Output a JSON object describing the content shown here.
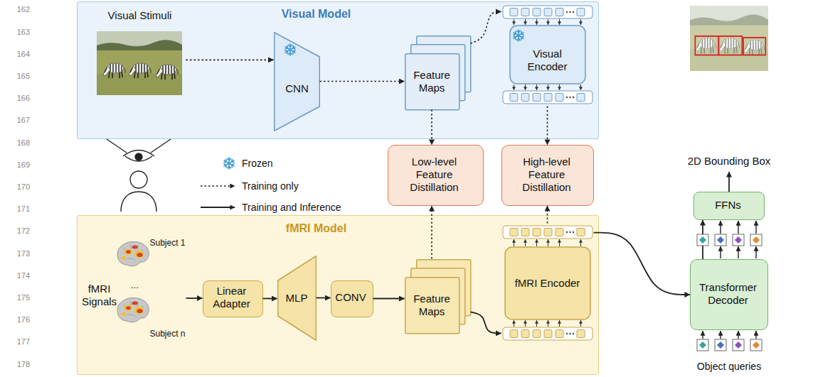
{
  "diagram": {
    "nodes": [
      {
        "text": [
          "Visual Model"
        ]
      },
      {
        "text": [
          "Visual Stimuli"
        ],
        "in": 0
      },
      {
        "text": [
          "CNN"
        ],
        "in": 0
      },
      {
        "text": [
          "Feature Maps"
        ],
        "in": 0
      },
      {
        "text": [
          "Visual Encoder"
        ],
        "in": 0
      },
      {
        "text": [
          "Low-level Feature Distillation"
        ]
      },
      {
        "text": [
          "High-level Feature Distillation"
        ]
      },
      {
        "text": [
          "fMRI Model"
        ]
      },
      {
        "text": [
          "fMRI Signals",
          "Subject 1",
          "...",
          "Subject n"
        ],
        "in": 7
      },
      {
        "text": [
          "Linear Adapter"
        ],
        "in": 7
      },
      {
        "text": [
          "MLP"
        ],
        "in": 7
      },
      {
        "text": [
          "CONV"
        ],
        "in": 7
      },
      {
        "text": [
          "Feature Maps"
        ],
        "in": 7
      },
      {
        "text": [
          "fMRI Encoder"
        ],
        "in": 7
      },
      {
        "text": [
          "Transformer Decoder"
        ]
      },
      {
        "text": [
          "FFNs"
        ]
      },
      {
        "text": [
          "2D Bounding Box"
        ]
      }
    ],
    "edges": [
      {
        "from": 1,
        "to": 2,
        "arrow": "to"
      },
      {
        "from": 2,
        "to": 3,
        "arrow": "to"
      },
      {
        "from": 3,
        "to": 4,
        "arrow": "to"
      },
      {
        "from": 3,
        "to": 5,
        "arrow": "to"
      },
      {
        "from": 4,
        "to": 6,
        "arrow": "to"
      },
      {
        "from": 8,
        "to": 9,
        "arrow": "to"
      },
      {
        "from": 9,
        "to": 10,
        "arrow": "to"
      },
      {
        "from": 10,
        "to": 11,
        "arrow": "to"
      },
      {
        "from": 11,
        "to": 12,
        "arrow": "to"
      },
      {
        "from": 12,
        "to": 5,
        "arrow": "to"
      },
      {
        "from": 12,
        "to": 13,
        "arrow": "to"
      },
      {
        "from": 13,
        "to": 6,
        "arrow": "to"
      },
      {
        "from": 13,
        "to": 14,
        "arrow": "to"
      },
      {
        "from": 14,
        "to": 15,
        "arrow": "to"
      },
      {
        "from": 15,
        "to": 16,
        "arrow": "to"
      }
    ],
    "labels": [
      "162",
      "163",
      "164",
      "165",
      "166",
      "167",
      "168",
      "169",
      "170",
      "171",
      "172",
      "173",
      "174",
      "175",
      "176",
      "177",
      "178",
      "Object queries"
    ],
    "legend": [
      {
        "text": "Frozen"
      },
      {
        "text": "Training only"
      },
      {
        "text": "Training and Inference"
      }
    ]
  }
}
